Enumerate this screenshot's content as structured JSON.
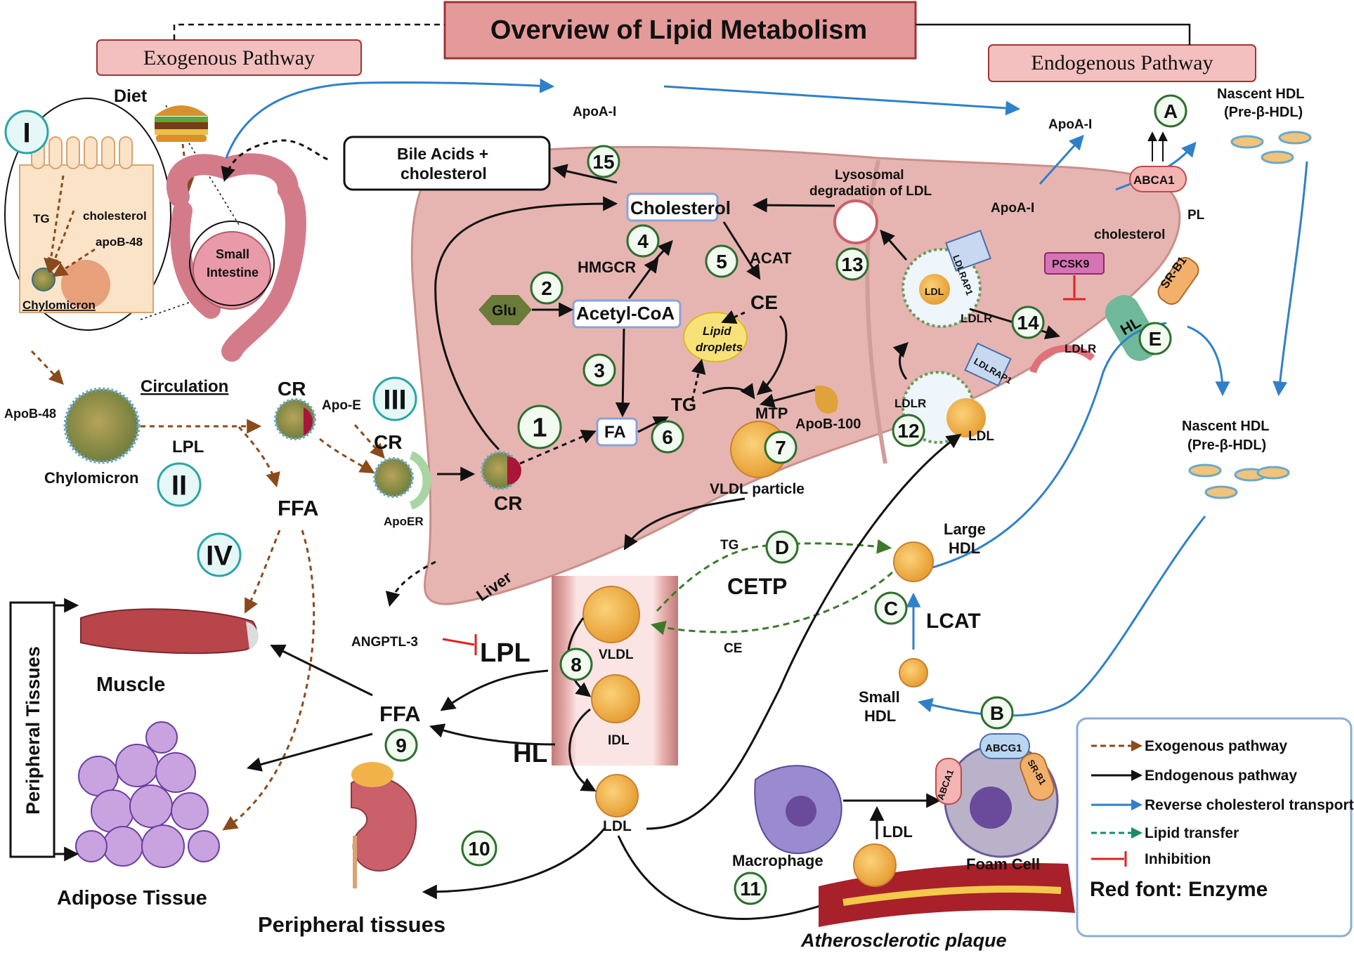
{
  "title": "Overview of Lipid Metabolism",
  "pathways": {
    "exogenous": "Exogenous Pathway",
    "endogenous": "Endogenous Pathway"
  },
  "labels": {
    "diet": "Diet",
    "tg": "TG",
    "cholesterol_small": "cholesterol",
    "apob48_cell": "apoB-48",
    "chylomicron_cell": "Chylomicron",
    "small_intestine": "Small\nIntestine",
    "apob48": "ApoB-48",
    "chylomicron": "Chylomicron",
    "circulation": "Circulation",
    "lpl_1": "LPL",
    "cr_1": "CR",
    "apoe": "Apo-E",
    "cr_2": "CR",
    "apoer": "ApoER",
    "cr_3": "CR",
    "ffa_1": "FFA",
    "muscle": "Muscle",
    "adipose": "Adipose Tissue",
    "peripheral_tissues_vertical": "Peripheral Tissues",
    "angptl3": "ANGPTL-3",
    "lpl_2": "LPL",
    "ffa_2": "FFA",
    "peripheral_tissues": "Peripheral tissues",
    "bile_acids_1": "Bile Acids +",
    "bile_acids_2": "cholesterol",
    "apoa1_top": "ApoA-I",
    "cholesterol_box": "Cholesterol",
    "hmgcr": "HMGCR",
    "acat": "ACAT",
    "glu": "Glu",
    "acetyl_coa": "Acetyl-CoA",
    "ce_liver": "CE",
    "lipid_droplets_1": "Lipid",
    "lipid_droplets_2": "droplets",
    "fa": "FA",
    "tg_liver": "TG",
    "mtp": "MTP",
    "apob100": "ApoB-100",
    "vldl_particle": "VLDL particle",
    "liver": "Liver",
    "lysosomal_1": "Lysosomal",
    "lysosomal_2": "degradation of LDL",
    "ldlrap1_1": "LDLRAP1",
    "ldlrap1_2": "LDLRAP1",
    "ldl_vesicle": "LDL",
    "ldlr_1": "LDLR",
    "ldlr_2": "LDLR",
    "ldlr_3": "LDLR",
    "ldl_liver": "LDL",
    "pcsk9": "PCSK9",
    "apoa1_r1": "ApoA-I",
    "apoa1_r2": "ApoA-I",
    "abca1": "ABCA1",
    "cholesterol_r": "cholesterol",
    "pl": "PL",
    "nascent_hdl_1a": "Nascent HDL",
    "nascent_hdl_1b": "(Pre-β-HDL)",
    "nascent_hdl_2a": "Nascent HDL",
    "nascent_hdl_2b": "(Pre-β-HDL)",
    "srb1": "SR-B1",
    "hl_liver": "HL",
    "tg_cetp": "TG",
    "cetp": "CETP",
    "ce_cetp": "CE",
    "large_hdl_1": "Large",
    "large_hdl_2": "HDL",
    "lcat": "LCAT",
    "small_hdl_1": "Small",
    "small_hdl_2": "HDL",
    "vldl": "VLDL",
    "idl": "IDL",
    "hl_vessel": "HL",
    "ldl_vessel": "LDL",
    "macrophage": "Macrophage",
    "ldl_plaque": "LDL",
    "foam_cell": "Foam Cell",
    "abcg1": "ABCG1",
    "abca1_foam": "ABCA1",
    "srb1_foam": "SR-B1",
    "plaque": "Atherosclerotic plaque"
  },
  "steps": {
    "roman": [
      "I",
      "II",
      "III",
      "IV"
    ],
    "numbers": [
      "1",
      "2",
      "3",
      "4",
      "5",
      "6",
      "7",
      "8",
      "9",
      "10",
      "11",
      "12",
      "13",
      "14",
      "15"
    ],
    "letters": [
      "A",
      "B",
      "C",
      "D",
      "E"
    ]
  },
  "legend": {
    "items": [
      {
        "label": "Exogenous pathway",
        "color": "#8b4a1c",
        "style": "dashed-arrow"
      },
      {
        "label": "Endogenous pathway",
        "color": "#111111",
        "style": "solid-arrow"
      },
      {
        "label": "Reverse cholesterol transport",
        "color": "#2f80c9",
        "style": "solid-arrow"
      },
      {
        "label": "Lipid transfer",
        "color": "#1a8a6a",
        "style": "dashed-arrow"
      },
      {
        "label": "Inhibition",
        "color": "#e02020",
        "style": "inhibition"
      }
    ],
    "note": "Red font: Enzyme"
  },
  "colors": {
    "title_box": "#e59a9a",
    "liver": "#e7b5b1",
    "exogenous": "#8b4a1c",
    "rct": "#2f80c9",
    "lipid_transfer": "#3c7a2a",
    "enzyme_red": "#cc2b2b",
    "roman_circle": "#2aa5a5",
    "number_circle": "#2f6e2f",
    "lipoprotein": "#f2b24a"
  }
}
